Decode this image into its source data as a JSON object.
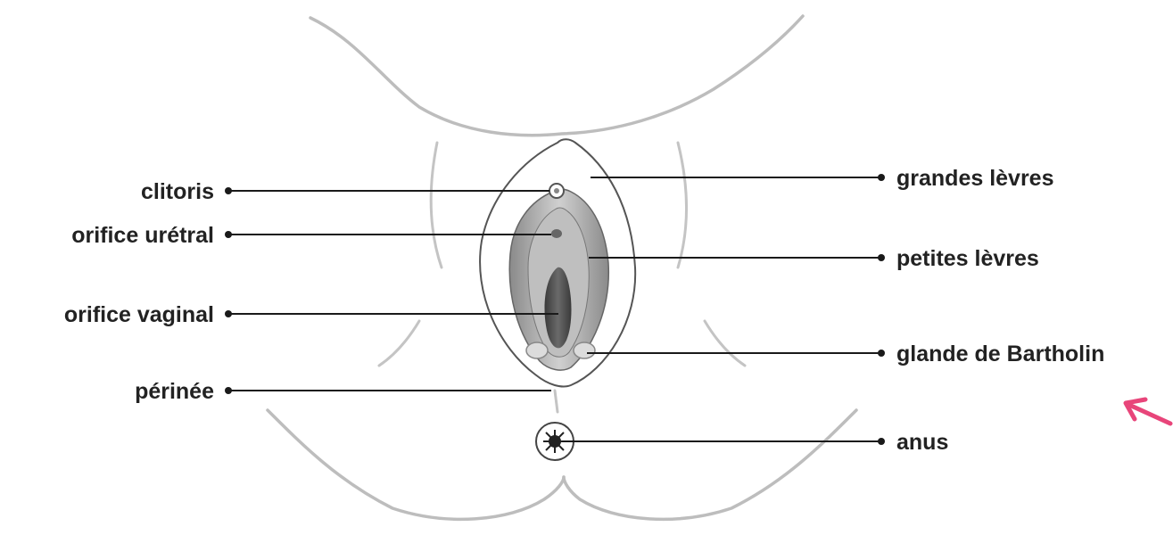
{
  "labels_left": {
    "clitoris": "clitoris",
    "orifice_uretral": "orifice urétral",
    "orifice_vaginal": "orifice vaginal",
    "perinee": "périnée"
  },
  "labels_right": {
    "grandes_levres": "grandes lèvres",
    "petites_levres": "petites lèvres",
    "glande_bartholin": "glande de Bartholin",
    "anus": "anus"
  },
  "colors": {
    "text": "#222222",
    "leader_line": "#1a1a1a",
    "body_outline": "#bdbdbd",
    "annotation_arrow": "#e8457a"
  },
  "icons": {
    "annotation": "arrow-pointer-icon"
  }
}
